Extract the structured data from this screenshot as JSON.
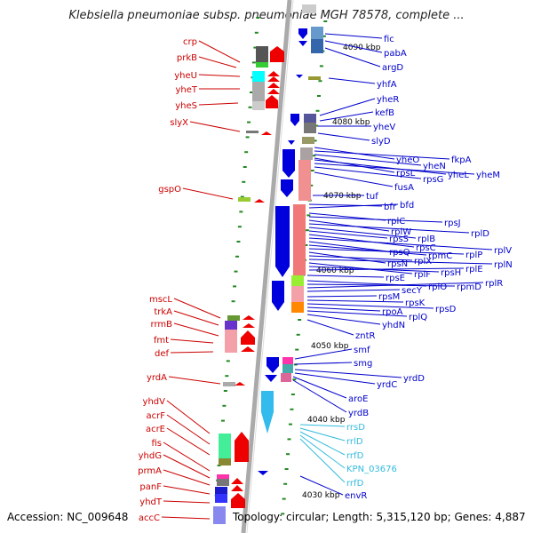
{
  "title": "Klebsiella pneumoniae subsp. pneumoniae MGH 78578, complete ...",
  "footer": {
    "accession": "Accession: NC_009648",
    "summary": "Topology: circular; Length: 5,315,120 bp; Genes: 4,887"
  },
  "colors": {
    "left_labels": "#cc0000",
    "right_labels": "#0000cc",
    "rna_labels": "#33bbdd",
    "forward_arrows": "#ee0000",
    "reverse_arrows": "#0000dd",
    "rna_arrows": "#33bbee",
    "axis": "#999999",
    "ticks": "#228822"
  },
  "scale_labels": [
    "4090 kbp",
    "4080 kbp",
    "4070 kbp",
    "4060 kbp",
    "4050 kbp",
    "4040 kbp",
    "4030 kbp"
  ],
  "left_genes": [
    "crp",
    "prkB",
    "yheU",
    "yheT",
    "yheS",
    "slyX",
    "gspO",
    "mscL",
    "trkA",
    "rrmB",
    "fmt",
    "def",
    "yrdA",
    "yhdV",
    "acrF",
    "acrE",
    "fis",
    "yhdG",
    "prmA",
    "panF",
    "yhdT",
    "accC"
  ],
  "right_genes": [
    "fic",
    "pabA",
    "argD",
    "yhfA",
    "yheR",
    "kefB",
    "yheV",
    "slyD",
    "yheO",
    "fkpA",
    "yheN",
    "rpsL",
    "yheL",
    "yheM",
    "rpsG",
    "fusA",
    "tuf",
    "bfr",
    "bfd",
    "rplC",
    "rpsJ",
    "rplW",
    "rplD",
    "rplB",
    "rpsS",
    "rpsC",
    "rplV",
    "rpsQ",
    "rpmC",
    "rplP",
    "rpsN",
    "rplX",
    "rplN",
    "rplF",
    "rpsH",
    "rplE",
    "rpsE",
    "rplO",
    "rpmD",
    "rplR",
    "secY",
    "rpsM",
    "rpsK",
    "rpsD",
    "rpoA",
    "rplQ",
    "yhdN",
    "zntR",
    "smf",
    "smg",
    "yrdD",
    "yrdC",
    "aroE",
    "yrdB",
    "envR"
  ],
  "rna_genes": [
    "rrsD",
    "rrlD",
    "rrfD",
    "KPN_03676",
    "rrfD"
  ]
}
